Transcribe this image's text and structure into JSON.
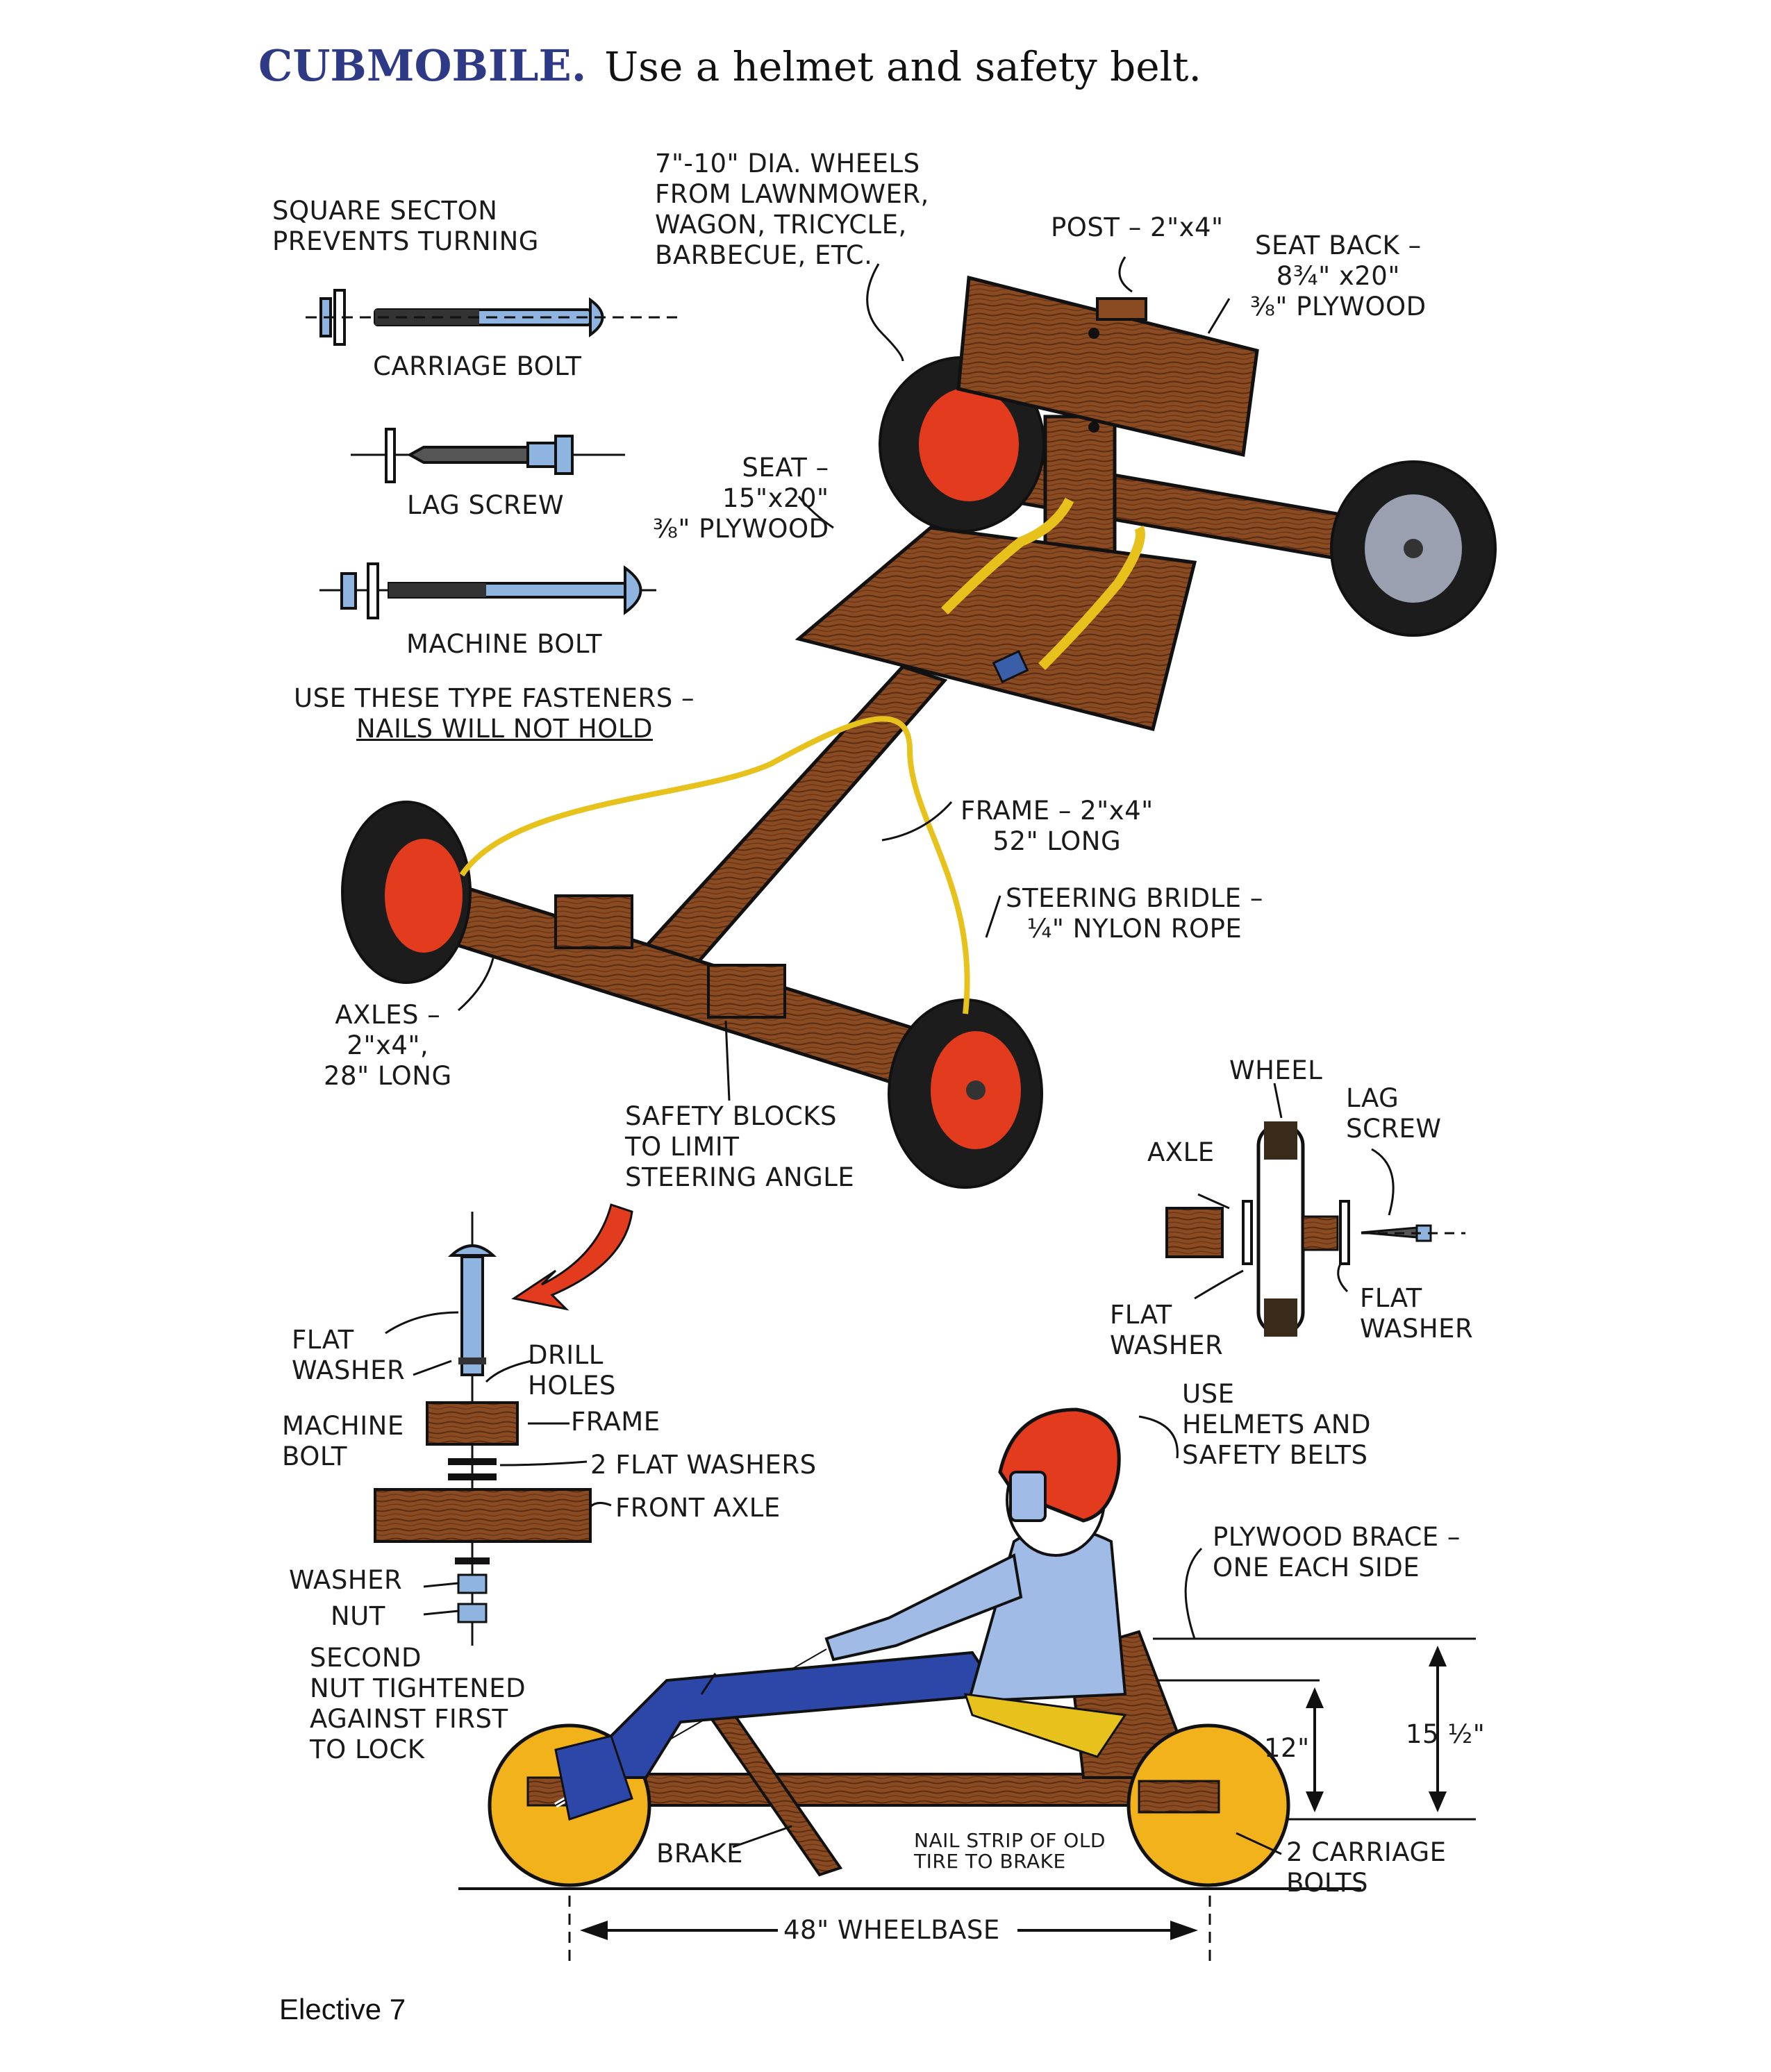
{
  "title": {
    "lead": "CUBMOBILE.",
    "rest": "Use a helmet and safety belt."
  },
  "labels": {
    "square_section": "SQUARE SECTON\nPREVENTS TURNING",
    "carriage_bolt": "CARRIAGE BOLT",
    "lag_screw": "LAG SCREW",
    "machine_bolt": "MACHINE BOLT",
    "fasteners_line1": "USE THESE TYPE FASTENERS –",
    "fasteners_line2": "NAILS WILL NOT HOLD",
    "wheels": "7\"-10\" DIA. WHEELS\nFROM LAWNMOWER,\nWAGON, TRICYCLE,\nBARBECUE, ETC.",
    "post": "POST – 2\"x4\"",
    "seat_back": "SEAT BACK –\n8¾\" x20\"\n⅜\" PLYWOOD",
    "seat": "SEAT –\n15\"x20\"\n⅜\" PLYWOOD",
    "frame": "FRAME – 2\"x4\"\n52\" LONG",
    "steering_bridle": "STEERING BRIDLE –\n¼\" NYLON ROPE",
    "axles": "AXLES –\n2\"x4\",\n28\" LONG",
    "safety_blocks": "SAFETY BLOCKS\nTO LIMIT\nSTEERING ANGLE",
    "wheel_detail_wheel": "WHEEL",
    "wheel_detail_lag_screw": "LAG\nSCREW",
    "wheel_detail_axle": "AXLE",
    "wheel_detail_flat_washer_left": "FLAT\nWASHER",
    "wheel_detail_flat_washer_right": "FLAT\nWASHER",
    "pivot_flat_washer": "FLAT\nWASHER",
    "pivot_drill_holes": "DRILL\nHOLES",
    "pivot_machine_bolt": "MACHINE\nBOLT",
    "pivot_frame": "FRAME",
    "pivot_two_flat_washers": "2 FLAT WASHERS",
    "pivot_front_axle": "FRONT AXLE",
    "pivot_washer": "WASHER",
    "pivot_nut": "NUT",
    "pivot_second_nut": "SECOND\nNUT TIGHTENED\nAGAINST FIRST\nTO LOCK",
    "helmets": "USE\nHELMETS AND\nSAFETY BELTS",
    "plywood_brace": "PLYWOOD BRACE –\nONE EACH SIDE",
    "dim_12": "12\"",
    "dim_15_5": "15 ½\"",
    "brake": "BRAKE",
    "nail_strip": "NAIL STRIP OF OLD\nTIRE TO BRAKE",
    "carriage_bolts": "2 CARRIAGE\nBOLTS",
    "wheelbase": "48\" WHEELBASE"
  },
  "footer": "Elective 7",
  "colors": {
    "title_blue": "#2f3a86",
    "wood": "#8a4a22",
    "wood_dark": "#5a2d12",
    "wheel_red": "#e23b1d",
    "tire": "#1c1c1c",
    "rope_yellow": "#e8c21c",
    "wheel_yellow": "#f2b21c",
    "shirt_blue": "#9fbbe6",
    "pants_blue": "#2c47a8",
    "bolt_blue": "#8fb4e0"
  }
}
